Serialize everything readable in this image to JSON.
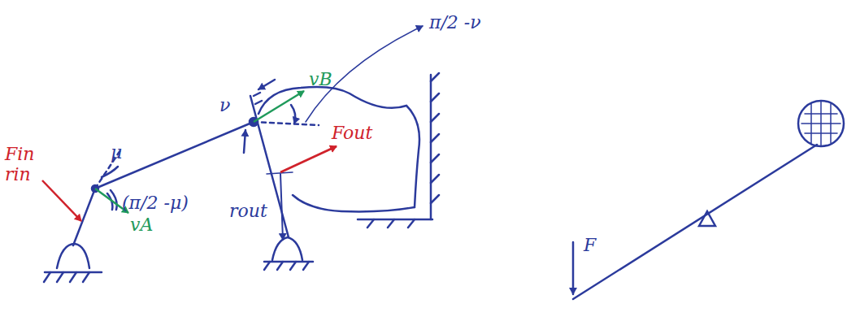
{
  "diagram": {
    "labels": [
      "Fin",
      "rin",
      "μ",
      "(π/2 -μ)",
      "vA",
      "ν",
      "vB",
      "π/2 -ν",
      "Fout",
      "rout",
      "F"
    ]
  }
}
